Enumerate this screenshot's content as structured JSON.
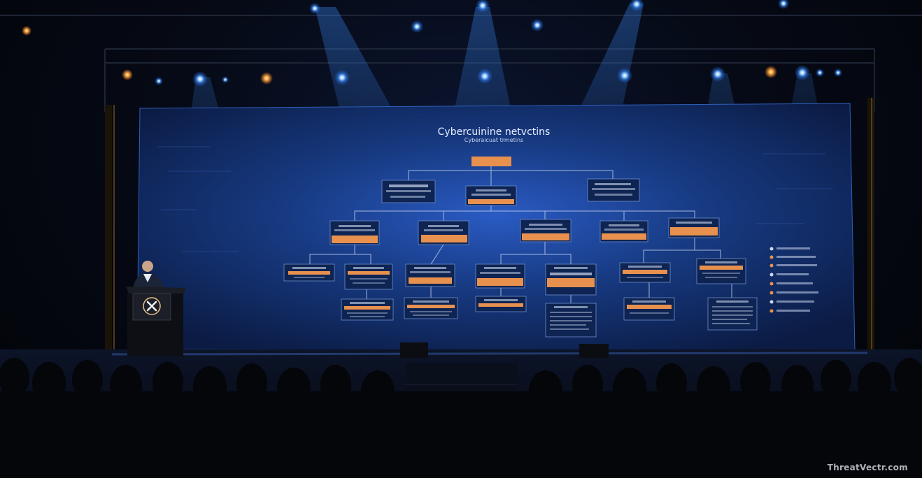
{
  "screen": {
    "title": "Cybercuinine netvctins",
    "subtitle": "Cyberaicuat trmetins"
  },
  "watermark": "ThreatVectr.com",
  "colors": {
    "screen_blue": "#1b3f8c",
    "node_orange": "#e8914f",
    "spotlight_blue": "#3aa0ff",
    "spotlight_amber": "#ffaa44"
  },
  "icons": {
    "podium_emblem": "podium-logo-icon"
  }
}
